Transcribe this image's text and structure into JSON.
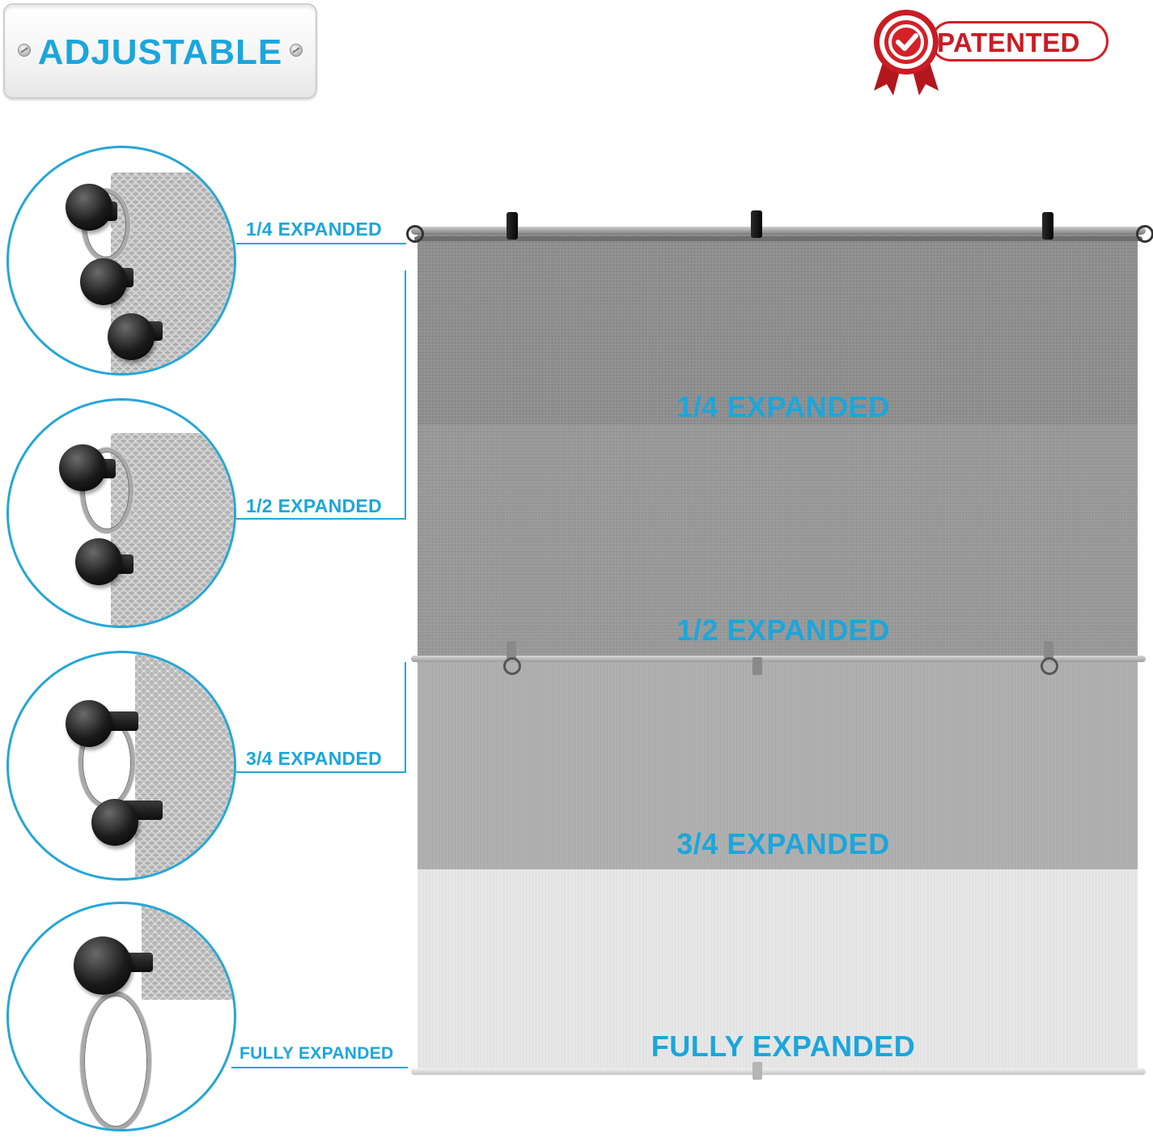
{
  "badge": {
    "label": "ADJUSTABLE"
  },
  "patent": {
    "label": "PATENTED"
  },
  "left_labels": [
    "1/4 EXPANDED",
    "1/2 EXPANDED",
    "3/4 EXPANDED",
    "FULLY EXPANDED"
  ],
  "panel_labels": [
    "1/4 EXPANDED",
    "1/2 EXPANDED",
    "3/4 EXPANDED",
    "FULLY EXPANDED"
  ],
  "colors": {
    "accent": "#1ba6dc",
    "patent_red": "#d42027"
  }
}
